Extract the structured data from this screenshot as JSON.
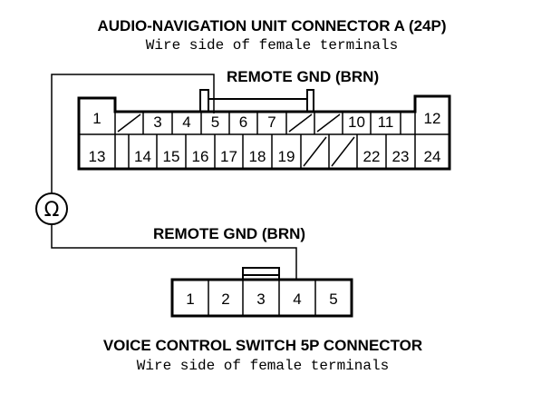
{
  "connector_a": {
    "title": "AUDIO-NAVIGATION UNIT CONNECTOR A (24P)",
    "subtitle": "Wire side of female terminals",
    "wire_label": "REMOTE GND (BRN)",
    "top_pins": [
      "1",
      "",
      "3",
      "4",
      "5",
      "6",
      "7",
      "",
      "",
      "10",
      "11",
      "",
      "12"
    ],
    "bottom_pins": [
      "13",
      "",
      "14",
      "15",
      "16",
      "17",
      "18",
      "19",
      "",
      "",
      "22",
      "23",
      "24"
    ]
  },
  "meter": {
    "symbol": "Ω"
  },
  "connector_b": {
    "title": "VOICE CONTROL SWITCH 5P CONNECTOR",
    "subtitle": "Wire side of female terminals",
    "wire_label": "REMOTE GND (BRN)",
    "pins": [
      "1",
      "2",
      "3",
      "4",
      "5"
    ]
  }
}
